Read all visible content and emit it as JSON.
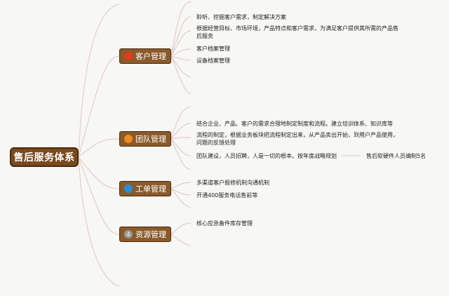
{
  "root": {
    "label": "售后服务体系"
  },
  "colors": {
    "root_fill": "#7a4a1f",
    "branch_fill": "#8a5a2b",
    "link": "#e2cfc8"
  },
  "branches": [
    {
      "label": "客户管理",
      "icon": "red-circle-icon",
      "icon_color": "#e23a1a",
      "leaves": [
        "聆听、挖掘客户需求，制定解决方案",
        "根据经营目标、市场环境，产品特点和客户需求，为满足客户提供其所需的产品售后服务",
        "客户档案管理",
        "设备档案管理"
      ]
    },
    {
      "label": "团队管理",
      "icon": "orange-circle-icon",
      "icon_color": "#f08a1c",
      "leaves": [
        "结合企业、产品、客户的需求合理地制定制度和流程。建立培训体系、知识库等",
        "流程的制定，根据业务板块把流程制定出来，从产品卖出开始，到用户产品使用，问题的反馈处理",
        "团队建设，人员招聘，人是一切的根本。按年度战略规划"
      ],
      "sub_leaf": "售后软硬件人员编制5名"
    },
    {
      "label": "工单管理",
      "icon": "blue-circle-icon",
      "icon_color": "#2a8fd6",
      "leaves": [
        "多渠道客户报修机制沟通机制",
        "开通400服务电话售前等"
      ]
    },
    {
      "label": "资源管理",
      "icon": "number-4-icon",
      "icon_color": "#9a9a9a",
      "icon_text": "4",
      "leaves": [
        "核心应急备件库存管理"
      ]
    }
  ]
}
